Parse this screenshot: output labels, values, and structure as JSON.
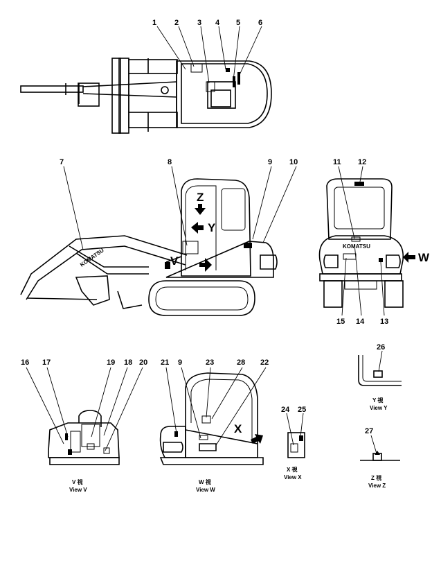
{
  "callouts": {
    "n1": "1",
    "n2": "2",
    "n3": "3",
    "n4": "4",
    "n5": "5",
    "n6": "6",
    "n7": "7",
    "n8": "8",
    "n9": "9",
    "n10": "10",
    "n11": "11",
    "n12": "12",
    "n13": "13",
    "n14": "14",
    "n15": "15",
    "n16": "16",
    "n17": "17",
    "n18": "18",
    "n19": "19",
    "n20": "20",
    "n21": "21",
    "n22": "22",
    "n23": "23",
    "n24": "24",
    "n25": "25",
    "n26": "26",
    "n27": "27",
    "n28": "28",
    "n9b": "9"
  },
  "view_letters": {
    "z": "Z",
    "y": "Y",
    "v": "V",
    "w": "W",
    "x": "X"
  },
  "captions": {
    "view_v_kanji": "V   視",
    "view_v": "View  V",
    "view_w_kanji": "W   視",
    "view_w": "View  W",
    "view_x_kanji": "X   視",
    "view_x": "View  X",
    "view_y_kanji": "Y   視",
    "view_y": "View  Y",
    "view_z_kanji": "Z   視",
    "view_z": "View  Z"
  },
  "decal_text": {
    "boom_brand": "KOMATSU",
    "rear_brand": "KOMATSU"
  }
}
